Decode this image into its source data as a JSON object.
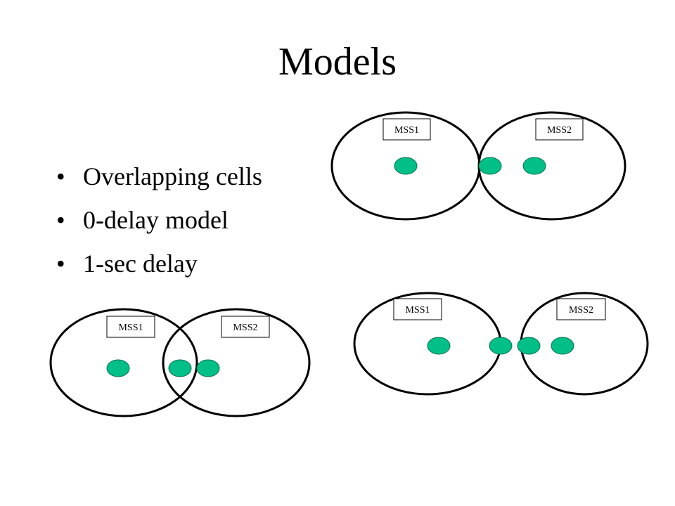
{
  "slide": {
    "title": "Models",
    "bullets": [
      "Overlapping cells",
      "0-delay model",
      "1-sec delay"
    ]
  },
  "diagrams": {
    "adjacent": {
      "left_label": "MSS1",
      "right_label": "MSS2"
    },
    "overlapping": {
      "left_label": "MSS1",
      "right_label": "MSS2"
    },
    "separated": {
      "left_label": "MSS1",
      "right_label": "MSS2"
    }
  },
  "colors": {
    "node_fill": "#00c087",
    "node_stroke": "#0a6e50",
    "cell_stroke": "#000000"
  }
}
